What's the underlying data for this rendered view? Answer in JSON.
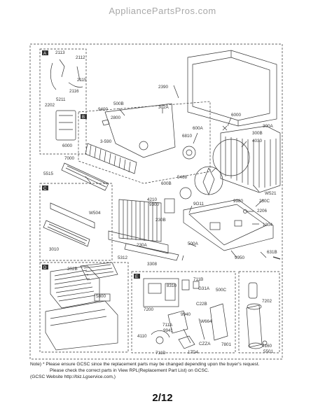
{
  "site_title": "AppliancePartsPros.com",
  "sections": {
    "sA": "A",
    "sB": "B",
    "sC": "C",
    "sD": "D",
    "sE": "E"
  },
  "labels": {
    "p2113": "2113",
    "p2112": "2112",
    "p2115": "2115",
    "p2116": "2116",
    "p5211": "5211",
    "p2202": "2202",
    "p6000a": "6000",
    "p2390": "2390",
    "p500B": "500B",
    "p302A": "302A",
    "p9400": "9400",
    "p2800": "2800",
    "p6000b": "6000",
    "p300A": "300A",
    "p300B": "300B",
    "p4030": "4030",
    "p6810": "6810",
    "p600A": "600A",
    "p3590": "3-590",
    "p7000": "7000",
    "p5515": "5515",
    "p5468": "5468",
    "p600B": "600B",
    "p4210": "4210",
    "p9300": "9300",
    "p9011": "9O11",
    "pW521": "W521",
    "p230C": "230C",
    "p9980": "9980",
    "p2206": "2206",
    "p1304": "1304",
    "pW504": "W504",
    "p230B": "230B",
    "p3010": "3010",
    "p230A": "230A",
    "p500A": "500A",
    "p5312": "5312",
    "p3308": "3308",
    "p9950": "9950",
    "p631B": "631B",
    "p302B": "302B",
    "p5800": "5800",
    "p8310": "8310",
    "p711B": "711B",
    "p631A": "G31A",
    "p500C": "500C",
    "p7200": "7200",
    "pC22B": "C22B",
    "p9940": "9940",
    "pW664": "W664",
    "p711A": "711A",
    "p9941": "9941",
    "pC22A": "CZZA",
    "p4110": "4110",
    "p711D": "711D",
    "p17D4": "17D4",
    "p7801": "7801",
    "p7202": "7202",
    "p4160": "4160",
    "p5501": "5501"
  },
  "note": {
    "line1": "Note) * Please ensure GCSC since the replacement parts may be changed depending upon the buyer's request.",
    "line2": "Please check  the correct parts in View RPL(Replacement Part List) on GCSC.",
    "line3": "(GCSC Website  http://biz.Lgservice.com,)"
  },
  "page_number": "2/12"
}
